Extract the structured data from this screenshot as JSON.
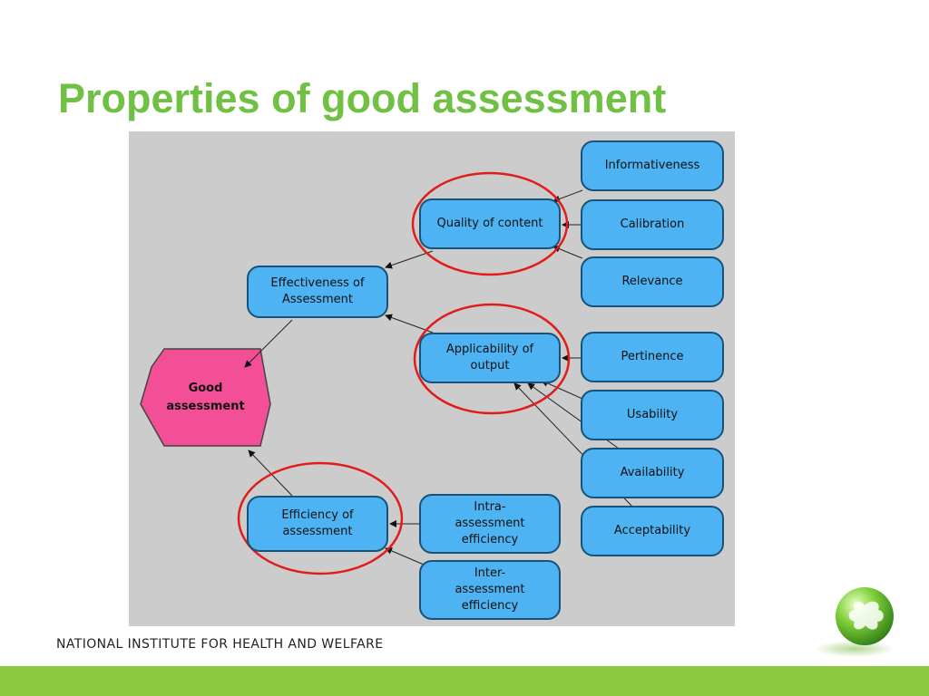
{
  "slide": {
    "title": "Properties of good assessment",
    "footer": "NATIONAL INSTITUTE FOR HEALTH AND WELFARE"
  },
  "diagram": {
    "nodes": {
      "good_assessment": "Good\nassessment",
      "effectiveness": "Effectiveness of\nAssessment",
      "efficiency": "Efficiency of\nassessment",
      "quality_of_content": "Quality of content",
      "applicability": "Applicability of\noutput",
      "informativeness": "Informativeness",
      "calibration": "Calibration",
      "relevance": "Relevance",
      "pertinence": "Pertinence",
      "usability": "Usability",
      "availability": "Availability",
      "acceptability": "Acceptability",
      "intra_efficiency": "Intra-\nassessment\nefficiency",
      "inter_efficiency": "Inter-\nassessment\nefficiency"
    },
    "highlighted": [
      "quality_of_content",
      "applicability",
      "efficiency"
    ],
    "colors": {
      "panel": "#cccccc",
      "node_fill": "#4db3f2",
      "node_border": "#18527a",
      "root_fill": "#f24f97",
      "highlight_ring": "#e21b1b",
      "title": "#70c043",
      "footer_bar": "#8dc63f"
    }
  }
}
